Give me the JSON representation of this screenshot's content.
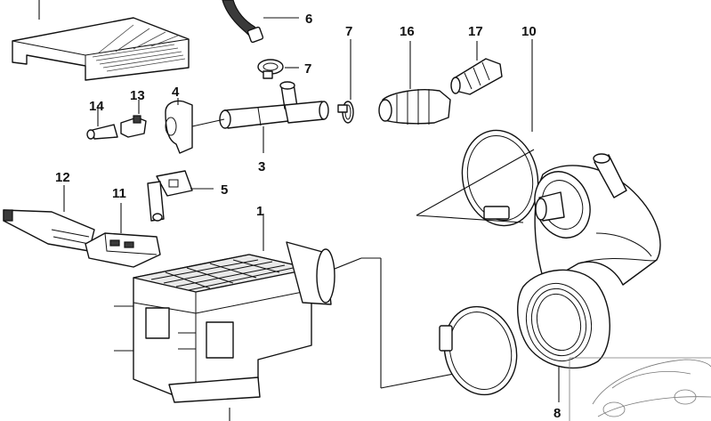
{
  "colors": {
    "line": "#111111",
    "fill": "#ffffff",
    "shade": "#e9e9e9",
    "inset": "#777777"
  },
  "callouts": [
    {
      "id": "1",
      "label": "1"
    },
    {
      "id": "3",
      "label": "3"
    },
    {
      "id": "4",
      "label": "4"
    },
    {
      "id": "5",
      "label": "5"
    },
    {
      "id": "6",
      "label": "6"
    },
    {
      "id": "7a",
      "label": "7"
    },
    {
      "id": "7b",
      "label": "7"
    },
    {
      "id": "8",
      "label": "8"
    },
    {
      "id": "10",
      "label": "10"
    },
    {
      "id": "11",
      "label": "11"
    },
    {
      "id": "12",
      "label": "12"
    },
    {
      "id": "13",
      "label": "13"
    },
    {
      "id": "14",
      "label": "14"
    },
    {
      "id": "16",
      "label": "16"
    },
    {
      "id": "17",
      "label": "17"
    }
  ]
}
